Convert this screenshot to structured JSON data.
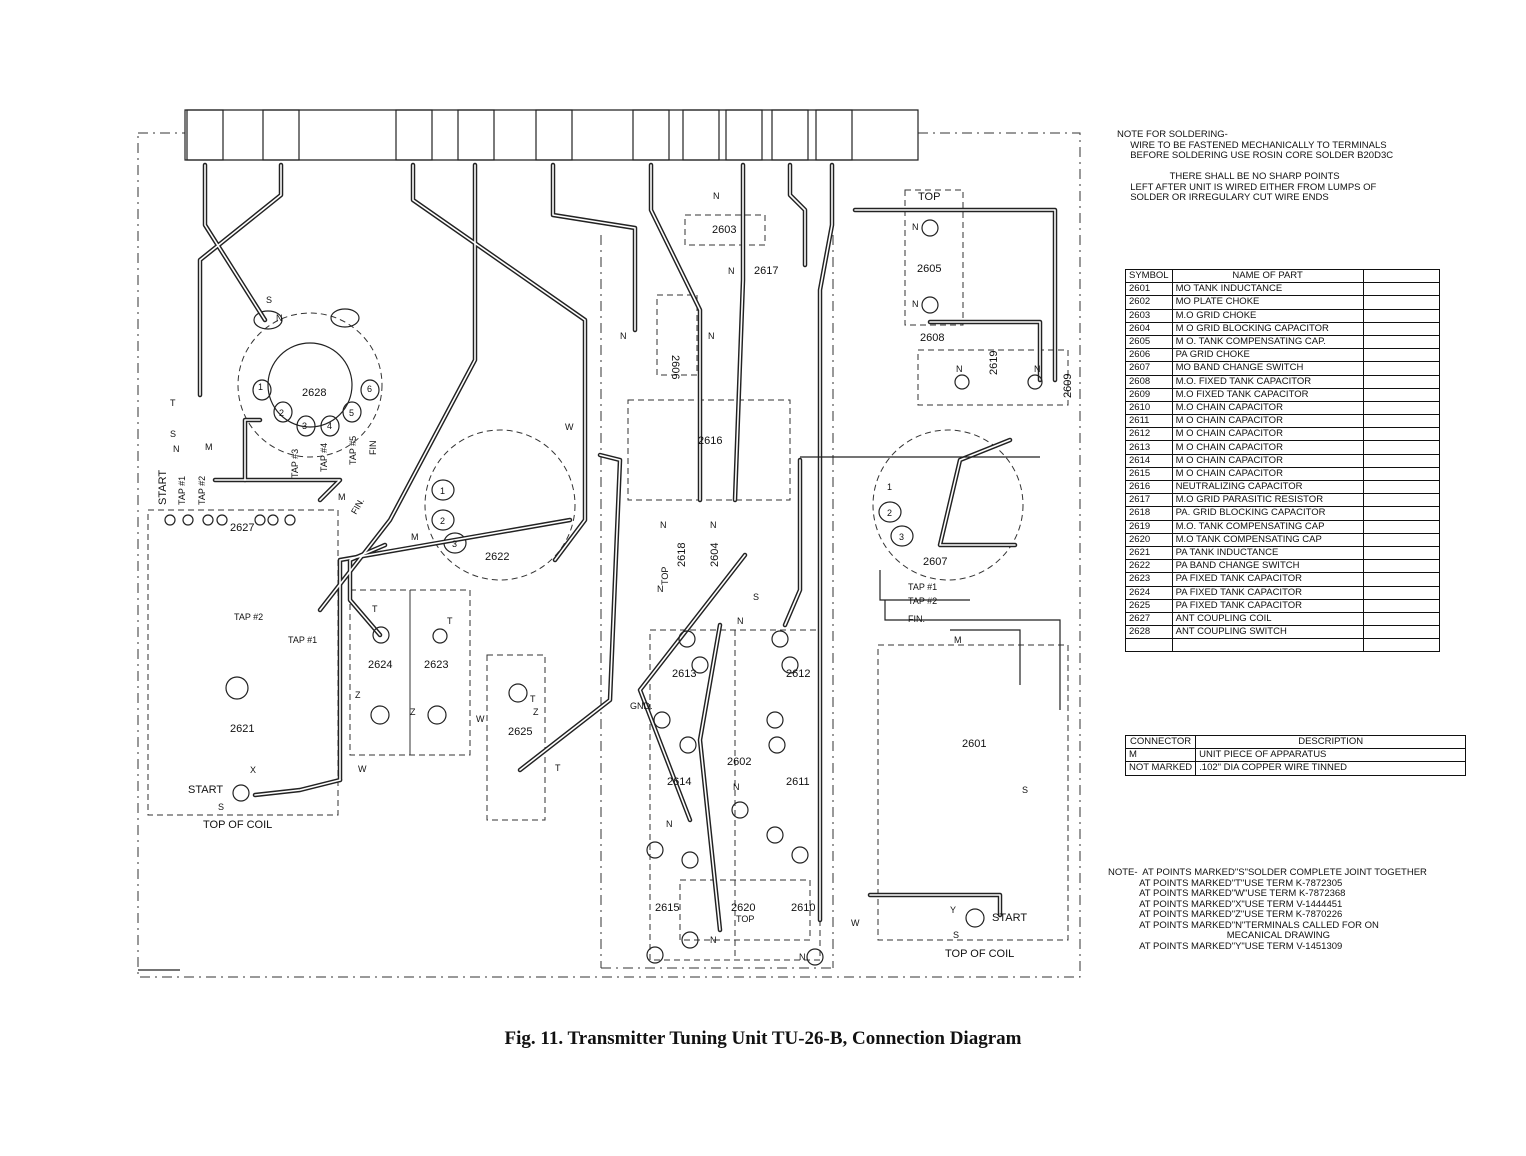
{
  "caption": "Fig. 11.  Transmitter Tuning Unit TU-26-B, Connection Diagram",
  "note_soldering": [
    "NOTE FOR SOLDERING-",
    "     WIRE TO BE FASTENED MECHANICALLY TO TERMINALS",
    "     BEFORE SOLDERING USE ROSIN CORE SOLDER B20D3C",
    "",
    "                    THERE SHALL BE NO SHARP POINTS",
    "     LEFT AFTER UNIT IS WIRED EITHER FROM LUMPS OF",
    "     SOLDER OR IRREGULARY CUT WIRE ENDS"
  ],
  "symbol_table": {
    "headers": [
      "SYMBOL",
      "NAME OF PART",
      ""
    ],
    "rows": [
      [
        "2601",
        "MO TANK INDUCTANCE"
      ],
      [
        "2602",
        "MO PLATE CHOKE"
      ],
      [
        "2603",
        "M.O GRID CHOKE"
      ],
      [
        "2604",
        "M O GRID BLOCKING CAPACITOR"
      ],
      [
        "2605",
        "M O. TANK COMPENSATING CAP."
      ],
      [
        "2606",
        "PA GRID CHOKE"
      ],
      [
        "2607",
        "MO BAND CHANGE SWITCH"
      ],
      [
        "2608",
        "M.O. FIXED TANK CAPACITOR"
      ],
      [
        "2609",
        "M.O FIXED TANK CAPACITOR"
      ],
      [
        "2610",
        "M.O CHAIN CAPACITOR"
      ],
      [
        "2611",
        "M O CHAIN CAPACITOR"
      ],
      [
        "2612",
        "M O CHAIN CAPACITOR"
      ],
      [
        "2613",
        "M O CHAIN CAPACITOR"
      ],
      [
        "2614",
        "M O CHAIN CAPACITOR"
      ],
      [
        "2615",
        "M O CHAIN CAPACITOR"
      ],
      [
        "2616",
        "NEUTRALIZING CAPACITOR"
      ],
      [
        "2617",
        "M.O GRID PARASITIC RESISTOR"
      ],
      [
        "2618",
        "PA. GRID BLOCKING CAPACITOR"
      ],
      [
        "2619",
        "M.O. TANK COMPENSATING CAP"
      ],
      [
        "2620",
        "M.O TANK COMPENSATING CAP"
      ],
      [
        "2621",
        "PA TANK INDUCTANCE"
      ],
      [
        "2622",
        "PA BAND CHANGE SWITCH"
      ],
      [
        "2623",
        "PA FIXED TANK CAPACITOR"
      ],
      [
        "2624",
        "PA FIXED TANK CAPACITOR"
      ],
      [
        "2625",
        "PA FIXED TANK CAPACITOR"
      ],
      [
        "2627",
        "ANT COUPLING COIL"
      ],
      [
        "2628",
        "ANT COUPLING SWITCH"
      ]
    ]
  },
  "connector_table": {
    "headers": [
      "CONNECTOR",
      "DESCRIPTION"
    ],
    "rows": [
      [
        "M",
        "UNIT PIECE OF APPARATUS"
      ],
      [
        "NOT MARKED",
        ".102\" DIA COPPER WIRE TINNED"
      ]
    ]
  },
  "note_points": [
    "NOTE-  AT POINTS MARKED\"S\"SOLDER COMPLETE JOINT TOGETHER",
    "            AT POINTS MARKED\"T\"USE TERM K-7872305",
    "            AT POINTS MARKED\"W\"USE TERM K-7872368",
    "            AT POINTS MARKED\"X\"USE TERM V-1444451",
    "            AT POINTS MARKED\"Z\"USE TERM K-7870226",
    "            AT POINTS MARKED\"N\"TERMINALS CALLED FOR ON",
    "                                             MECANICAL DRAWING",
    "            AT POINTS MARKED\"Y\"USE TERM V-1451309"
  ],
  "diagram_labels": {
    "c2621": "2621",
    "c2622": "2622",
    "c2623": "2623",
    "c2624": "2624",
    "c2625": "2625",
    "c2627": "2627",
    "c2628": "2628",
    "c2601": "2601",
    "c2602": "2602",
    "c2603": "2603",
    "c2604": "2604",
    "c2605": "2605",
    "c2606": "2606",
    "c2607": "2607",
    "c2608": "2608",
    "c2609": "2609",
    "c2610": "2610",
    "c2611": "2611",
    "c2612": "2612",
    "c2613": "2613",
    "c2614": "2614",
    "c2615": "2615",
    "c2616": "2616",
    "c2617": "2617",
    "c2618": "2618",
    "c2619": "2619",
    "c2620": "2620",
    "top": "TOP",
    "top_of_coil": "TOP OF COIL",
    "start": "START",
    "tap1": "TAP #1",
    "tap2": "TAP #2",
    "tap3": "TAP #3",
    "tap4": "TAP #4",
    "tap5": "TAP #5",
    "fin": "FIN",
    "fin_dot": "FIN.",
    "gnd": "GND.",
    "n": "N",
    "s": "S",
    "t": "T",
    "m": "M",
    "w": "W",
    "x": "X",
    "y": "Y",
    "z": "Z",
    "p1": "1",
    "p2": "2",
    "p3": "3",
    "p4": "4",
    "p5": "5",
    "p6": "6"
  }
}
